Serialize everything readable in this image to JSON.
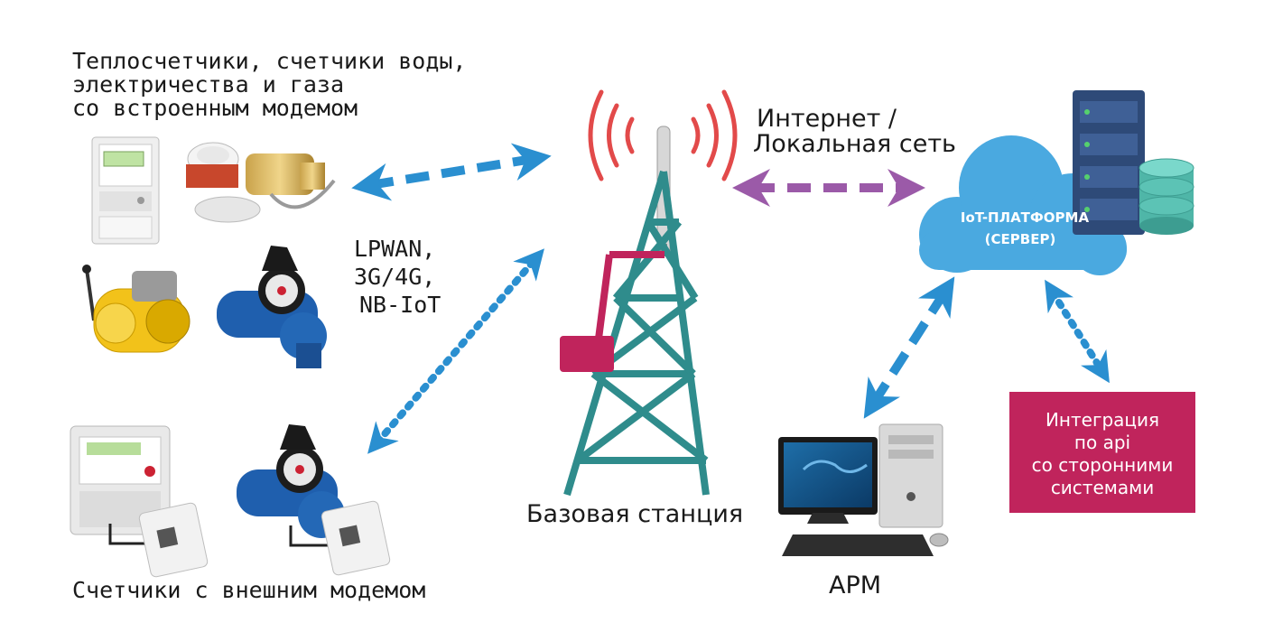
{
  "labels": {
    "meters_builtin": [
      "Теплосчетчики, счетчики воды,",
      "электричества и газа",
      "со встроенным модемом"
    ],
    "meters_external": "Счетчики с внешним модемом",
    "networks": [
      "LPWAN,",
      "3G/4G,",
      "NB-IoT"
    ],
    "base_station": "Базовая станция",
    "internet": [
      "Интернет /",
      "Локальная сеть"
    ],
    "iot_platform": [
      "IoT-ПЛАТФОРМА",
      "(СЕРВЕР)"
    ],
    "workstation": "АРМ",
    "integration": [
      "Интеграция",
      "по api",
      "со сторонними",
      "системами"
    ]
  },
  "colors": {
    "blue_arrow": "#2a8fd0",
    "purple_arrow": "#9b5aa8",
    "tower": "#2f8c8c",
    "tower_accent": "#c0245c",
    "signal": "#e24a4a",
    "cloud": "#4aa9e0",
    "integration_box": "#c0245c"
  }
}
